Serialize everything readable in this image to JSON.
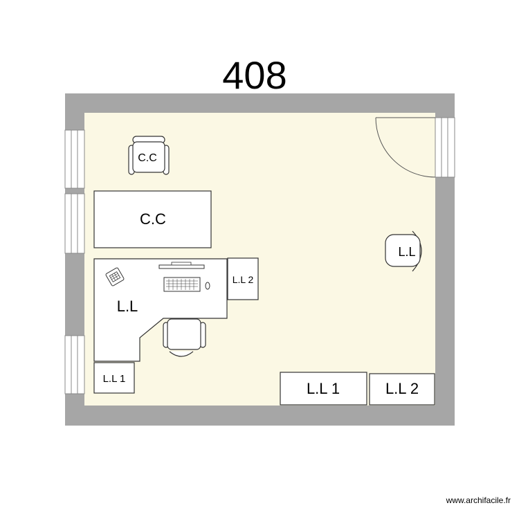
{
  "plan": {
    "room_number": "408",
    "furniture_labels": {
      "chair_top": "C.C",
      "table_cc": "C.C",
      "desk_main": "L.L",
      "cabinet_desk_side": "L.L 2",
      "cabinet_bottom_left": "L.L 1",
      "cabinet_bottom_1": "L.L 1",
      "cabinet_bottom_2": "L.L 2",
      "chair_right": "L.L"
    },
    "colors": {
      "wall": "#a6a6a6",
      "floor": "#fbf8e4",
      "furniture_fill": "#ffffff",
      "stroke": "#333333"
    }
  },
  "watermark": "www.archifacile.fr"
}
